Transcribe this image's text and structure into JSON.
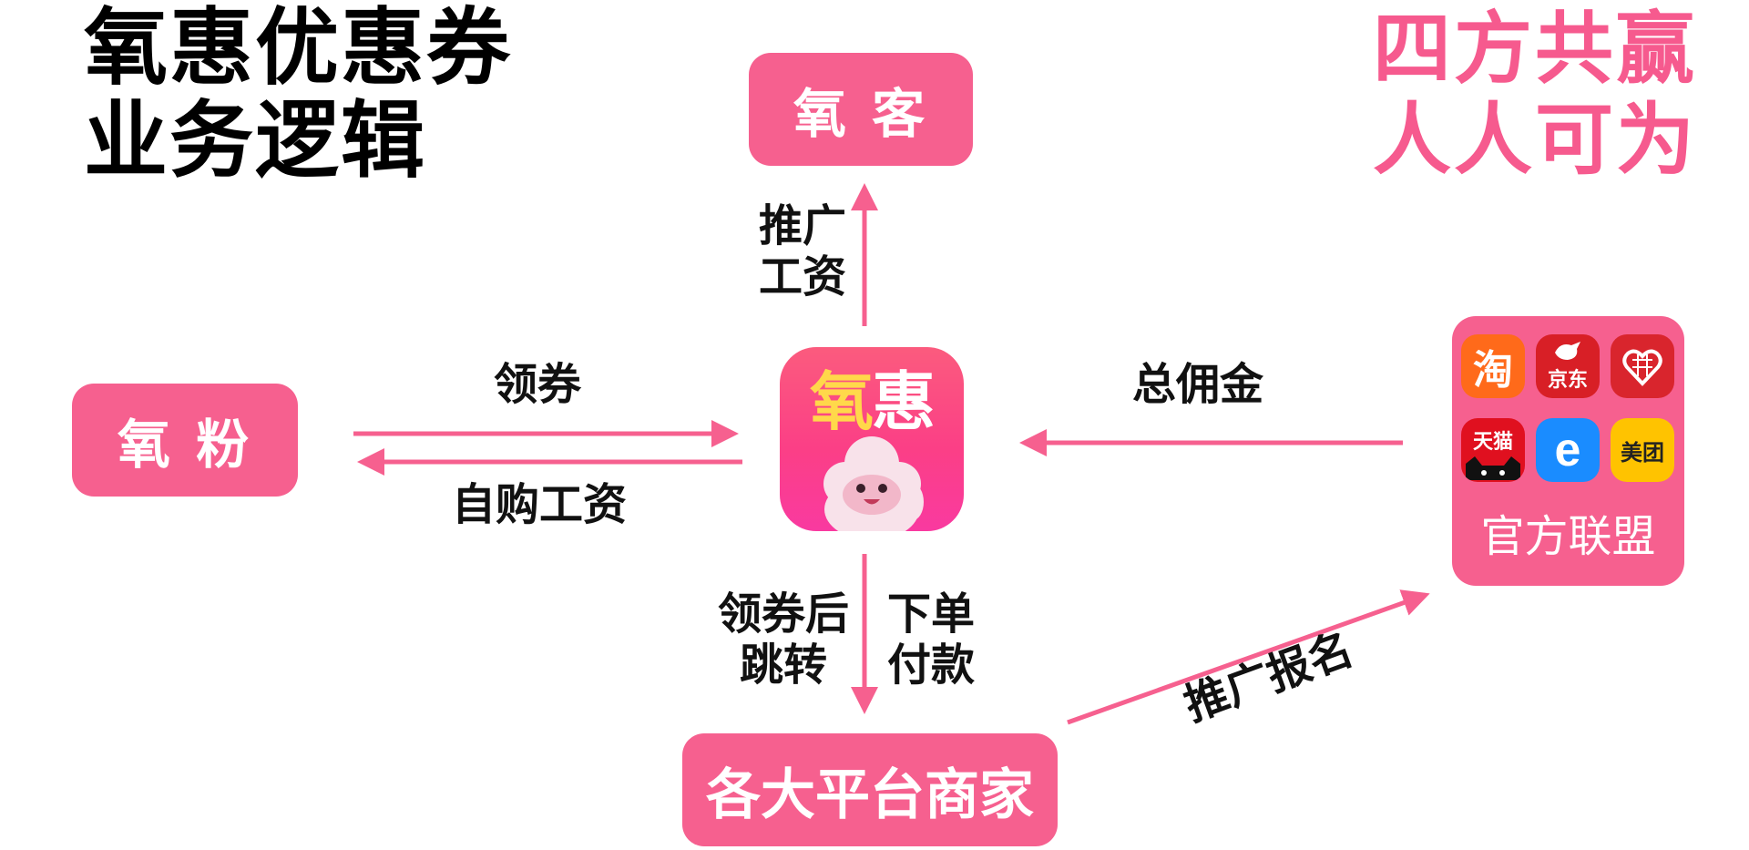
{
  "title": {
    "line1": "氧惠优惠券",
    "line2": "业务逻辑"
  },
  "slogan": {
    "line1": "四方共赢",
    "line2": "人人可为"
  },
  "nodes": {
    "oxygen_guest": "氧 客",
    "oxygen_fans": "氧 粉",
    "merchants": "各大平台商家",
    "alliance": "官方联盟"
  },
  "app": {
    "name_first": "氧",
    "name_second": "惠"
  },
  "edges": {
    "promo_wage_1": "推广",
    "promo_wage_2": "工资",
    "claim_coupon": "领券",
    "self_purchase_wage": "自购工资",
    "total_commission": "总佣金",
    "after_claim_1": "领券后",
    "after_claim_2": "跳转",
    "order_pay_1": "下单",
    "order_pay_2": "付款",
    "promo_signup": "推广报名"
  },
  "platforms": [
    {
      "name": "taobao",
      "label": "淘",
      "color": "#ff6a1a",
      "text_color": "#ffffff"
    },
    {
      "name": "jd",
      "label": "京东",
      "color": "#d81f26",
      "text_color": "#ffffff"
    },
    {
      "name": "pinduoduo",
      "label": "",
      "color": "#d9252d",
      "text_color": "#ffffff"
    },
    {
      "name": "tmall",
      "label": "天猫",
      "color": "#e0101f",
      "text_color": "#ffffff"
    },
    {
      "name": "eleme",
      "label": "e",
      "color": "#1a8cff",
      "text_color": "#ffffff"
    },
    {
      "name": "meituan",
      "label": "美团",
      "color": "#ffc300",
      "text_color": "#222222"
    }
  ],
  "colors": {
    "accent": "#f6608f",
    "arrow": "#f6608f",
    "text": "#111111"
  }
}
